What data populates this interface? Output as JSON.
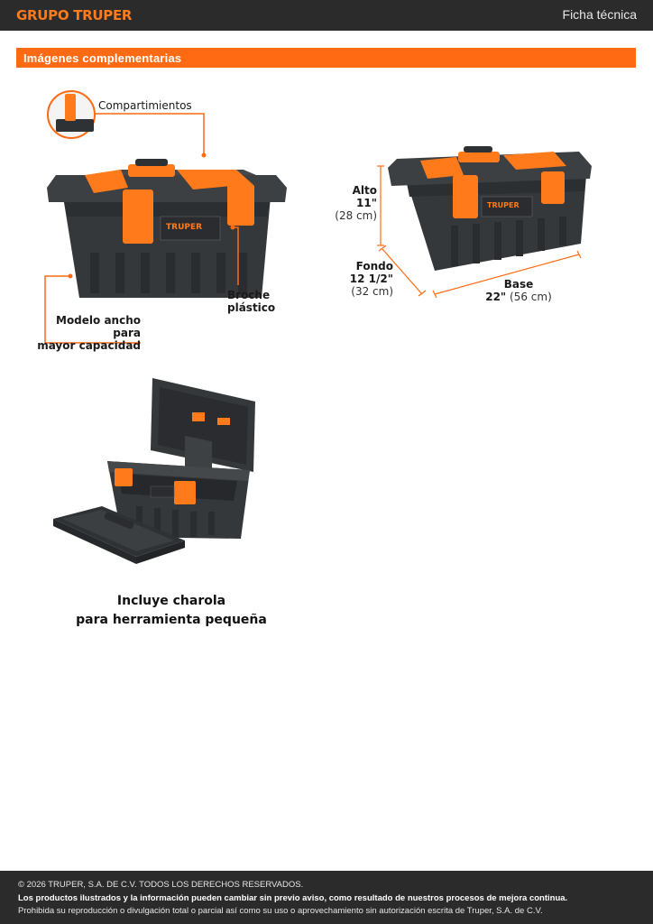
{
  "header": {
    "brand": "GRUPO TRUPER",
    "doc_type": "Ficha técnica"
  },
  "section": {
    "title": "Imágenes complementarias"
  },
  "product_front": {
    "callout_compartments": "Compartimientos",
    "callout_clasp_line1": "Broche",
    "callout_clasp_line2": "plástico",
    "callout_wide_line1": "Modelo ancho para",
    "callout_wide_line2": "mayor capacidad",
    "box_logo": "TRUPER"
  },
  "dimensions": {
    "height_label": "Alto",
    "height_in": "11\"",
    "height_cm": "(28 cm)",
    "depth_label": "Fondo",
    "depth_in": "12 1/2\"",
    "depth_cm": "(32 cm)",
    "base_label": "Base",
    "base_in": "22\"",
    "base_cm": "(56 cm)"
  },
  "tray": {
    "caption_line1": "Incluye charola",
    "caption_line2": "para herramienta pequeña"
  },
  "footer": {
    "copyright": "© 2026 TRUPER, S.A. DE C.V. TODOS LOS DERECHOS RESERVADOS.",
    "notice": "Los productos ilustrados y la información pueden cambiar sin previo aviso, como resultado de nuestros procesos de mejora continua.",
    "prohibition": "Prohibida su reproducción o divulgación total o parcial así como su uso o aprovechamiento sin autorización escrita de Truper, S.A. de C.V."
  },
  "colors": {
    "accent": "#ff6a13",
    "dark": "#2b2b2b",
    "box_body": "#3a3d40"
  }
}
